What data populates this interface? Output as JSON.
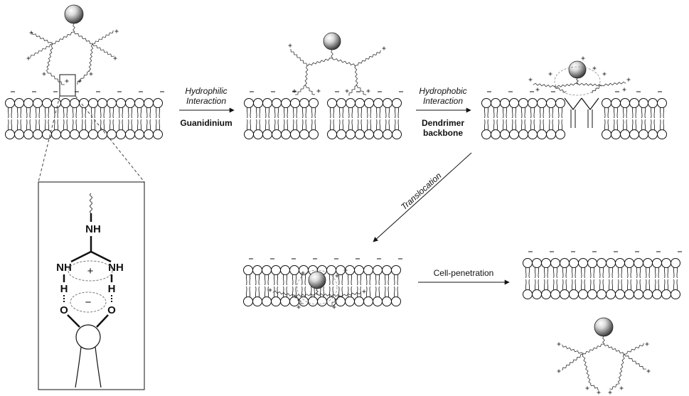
{
  "steps": {
    "step1": {
      "italic": [
        "Hydrophilic",
        "Interaction"
      ],
      "bold": [
        "Guanidinium"
      ]
    },
    "step2": {
      "italic": [
        "Hydrophobic",
        "Interaction"
      ],
      "bold": [
        "Dendrimer",
        "backbone"
      ]
    },
    "step3": {
      "italic": [
        "Translocation"
      ]
    },
    "step4": {
      "regular": [
        "Cell-penetration"
      ]
    }
  },
  "inset": {
    "atoms": {
      "nh_top": "NH",
      "nh_left": "NH",
      "nh_right": "NH",
      "h_left": "H",
      "h_right": "H",
      "o_left": "O",
      "o_right": "O"
    },
    "charges": {
      "positive": "+",
      "negative": "−"
    }
  },
  "colors": {
    "ink": "#111111",
    "lipid_fill": "#ffffff",
    "sphere_light": "#f4f4f4",
    "sphere_dark": "#3a3a3a"
  }
}
